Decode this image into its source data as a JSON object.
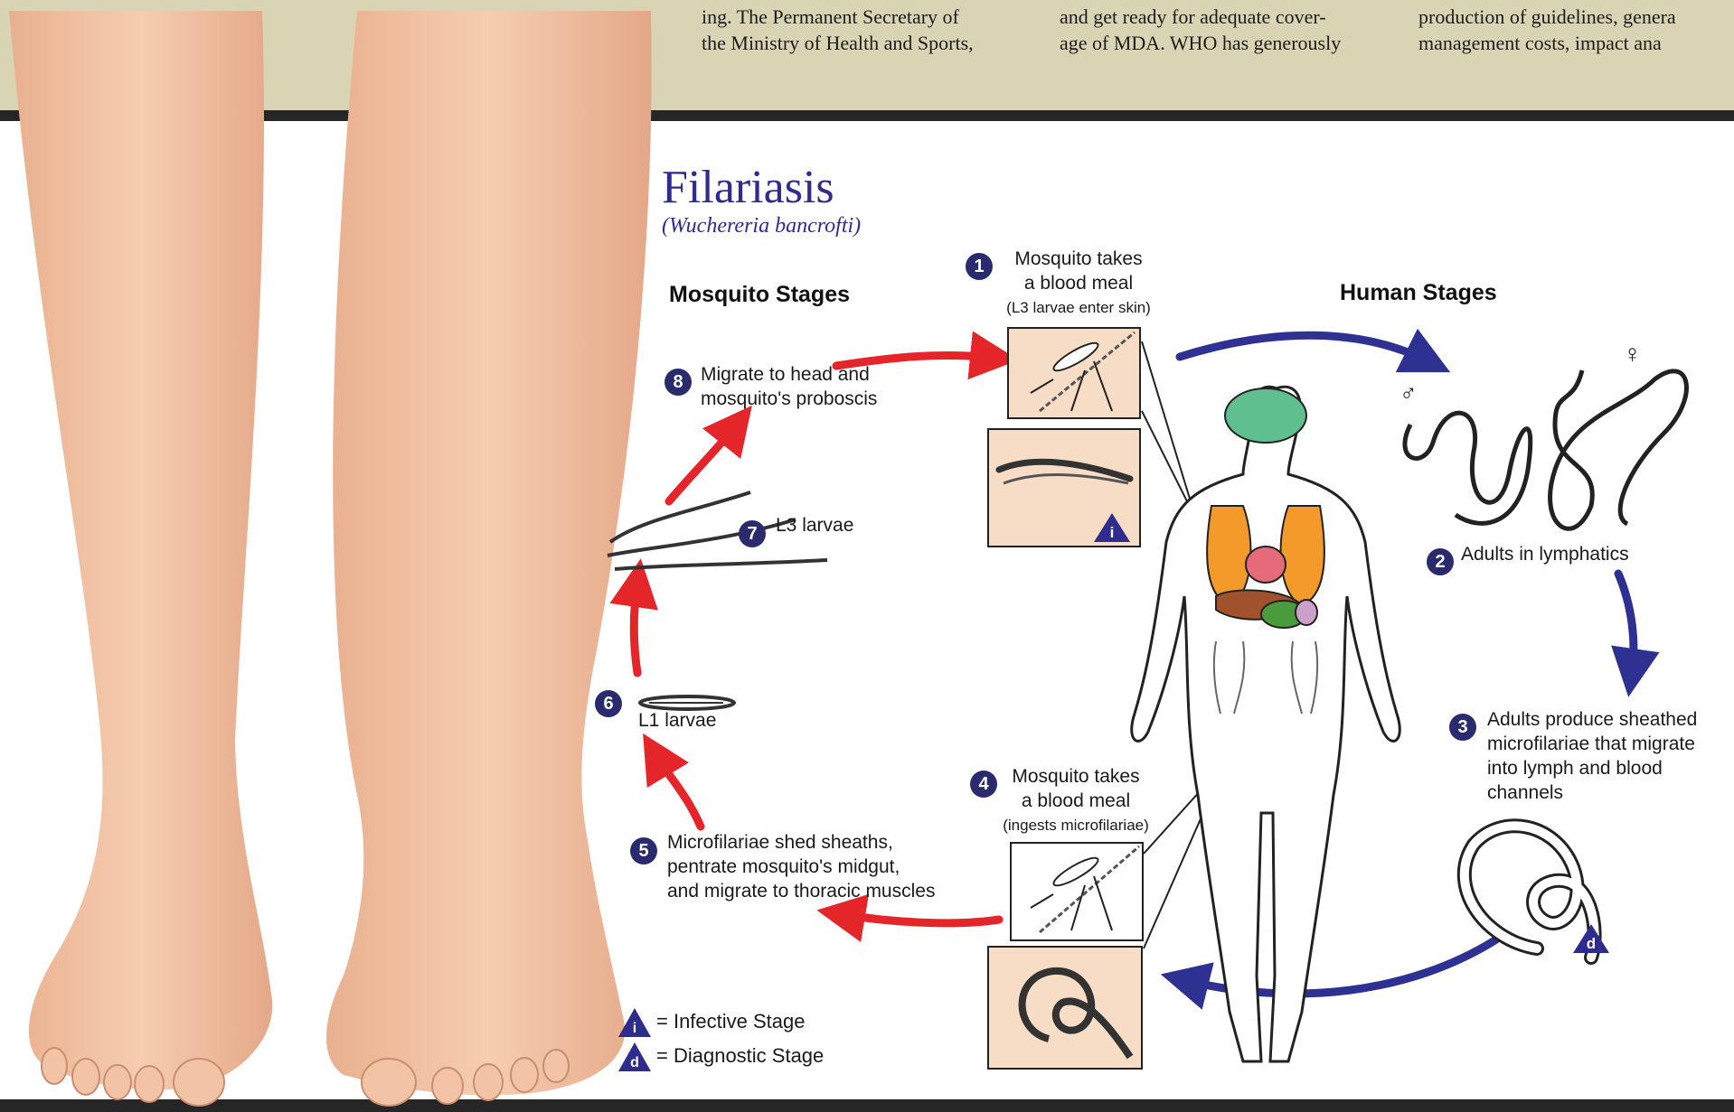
{
  "article": {
    "col1": [
      "ing. The Permanent Secretary of",
      "the Ministry of Health and Sports,"
    ],
    "col2": [
      "and get ready for adequate cover-",
      "age of MDA. WHO has generously"
    ],
    "col3": [
      "production of guidelines, genera",
      "management costs, impact ana"
    ]
  },
  "diagram": {
    "title": "Filariasis",
    "subtitle": "(Wuchereria bancrofti)",
    "mosquito_heading": "Mosquito Stages",
    "human_heading": "Human Stages",
    "steps": {
      "s1": {
        "num": "1",
        "lines": [
          "Mosquito takes",
          "a blood meal"
        ],
        "note": "(L3 larvae enter skin)"
      },
      "s2": {
        "num": "2",
        "lines": [
          "Adults in lymphatics"
        ]
      },
      "s3": {
        "num": "3",
        "lines": [
          "Adults produce sheathed",
          "microfilariae that migrate",
          "into lymph and blood",
          "channels"
        ]
      },
      "s4": {
        "num": "4",
        "lines": [
          "Mosquito takes",
          "a blood meal"
        ],
        "note": "(ingests microfilariae)"
      },
      "s5": {
        "num": "5",
        "lines": [
          "Microfilariae shed sheaths,",
          "pentrate mosquito's midgut,",
          "and migrate to thoracic muscles"
        ]
      },
      "s6": {
        "num": "6",
        "lines": [
          "L1 larvae"
        ]
      },
      "s7": {
        "num": "7",
        "lines": [
          "L3 larvae"
        ]
      },
      "s8": {
        "num": "8",
        "lines": [
          "Migrate to head and",
          "mosquito's proboscis"
        ]
      }
    },
    "legend": {
      "infective": {
        "symbol": "i",
        "label": "= Infective Stage"
      },
      "diagnostic": {
        "symbol": "d",
        "label": "= Diagnostic Stage"
      }
    },
    "symbols": {
      "male": "♂",
      "female": "♀"
    },
    "colors": {
      "title": "#2e2c8c",
      "mosquito_arrow": "#e4262b",
      "human_arrow": "#2e3192",
      "panel": "#f7dcc6",
      "step_badge": "#2a2a6e"
    }
  },
  "photo": {
    "subject": "swollen-legs-photo"
  }
}
